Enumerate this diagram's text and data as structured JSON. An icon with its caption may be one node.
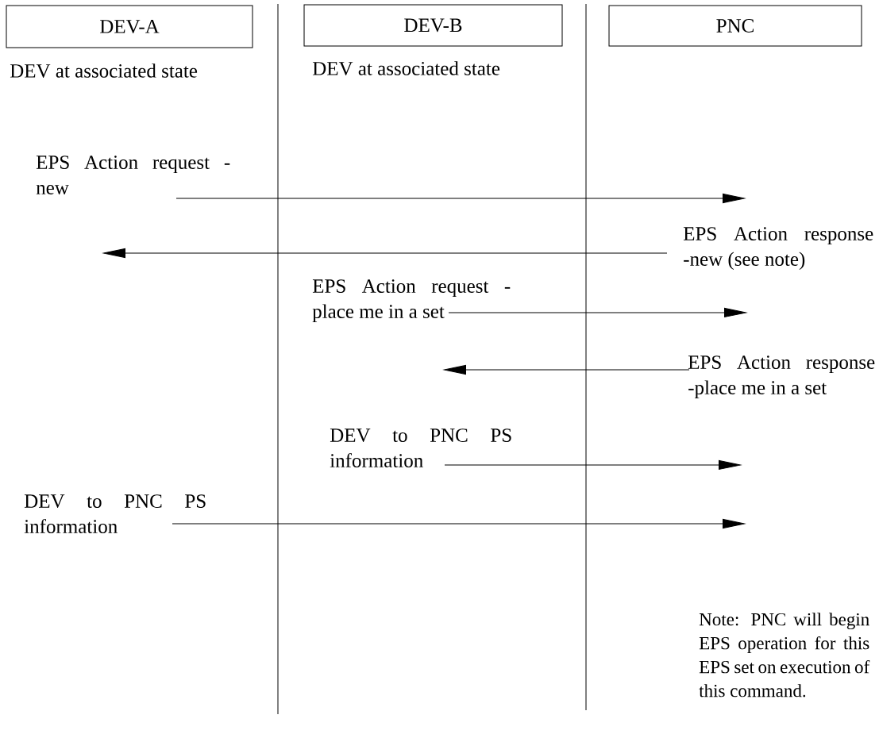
{
  "diagram": {
    "nodes": [
      {
        "text": [
          "DEV-A"
        ],
        "beside": [
          "DEV at associated state"
        ]
      },
      {
        "text": [
          "DEV-B"
        ],
        "beside": [
          "DEV at associated state"
        ]
      },
      {
        "text": [
          "PNC"
        ]
      },
      {
        "text": [
          "EPS Action request - new"
        ]
      },
      {
        "text": [
          "EPS Action response -new (see note)"
        ]
      },
      {
        "text": [
          "EPS Action request - place me in a set"
        ]
      },
      {
        "text": [
          "EPS Action response -place me in a set"
        ]
      },
      {
        "text": [
          "DEV to PNC PS information"
        ]
      },
      {
        "text": [
          "DEV to PNC PS information"
        ]
      }
    ],
    "edges": [
      {
        "from": 3,
        "to": null,
        "arrow": "to"
      },
      {
        "from": 4,
        "to": null,
        "arrow": "to"
      },
      {
        "from": 5,
        "to": null,
        "arrow": "to"
      },
      {
        "from": 6,
        "to": null,
        "arrow": "to"
      },
      {
        "from": 7,
        "to": null,
        "arrow": "to"
      },
      {
        "from": 8,
        "to": null,
        "arrow": "to"
      }
    ],
    "labels": [
      "Note: PNC will begin EPS operation for this EPS set on execution of this command."
    ]
  }
}
